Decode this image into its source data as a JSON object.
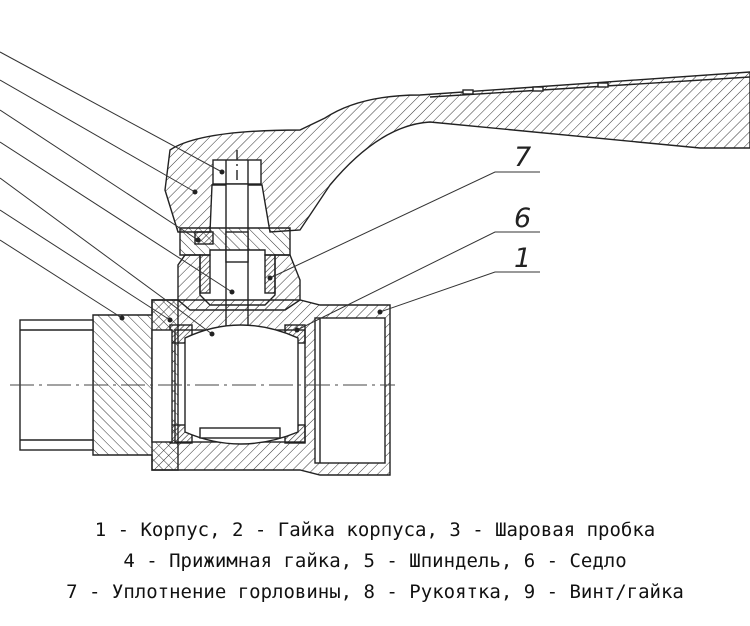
{
  "callouts": {
    "c7": "7",
    "c6": "6",
    "c1": "1"
  },
  "legend": {
    "line1": "1 - Корпус, 2 - Гайка корпуса, 3 - Шаровая пробка",
    "line2": "4 - Прижимная гайка, 5 - Шпиндель, 6 - Седло",
    "line3": "7 - Уплотнение горловины, 8 - Рукоятка, 9 - Винт/гайка"
  }
}
